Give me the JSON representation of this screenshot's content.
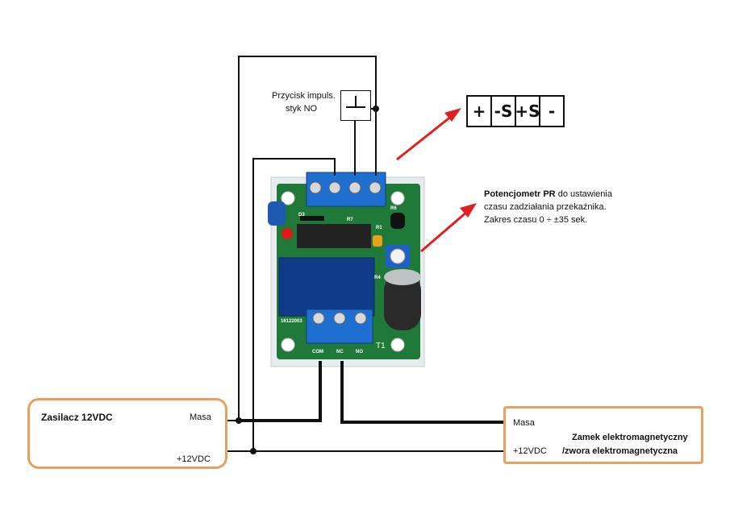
{
  "switch": {
    "label_line1": "Przycisk impuls.",
    "label_line2": "styk  NO"
  },
  "terminal_strip": {
    "cells": [
      "+",
      "-S",
      "+S",
      "-"
    ]
  },
  "potentiometer": {
    "line1_bold": "Potencjometr  PR",
    "line1_rest": " do ustawienia",
    "line2": "czasu zadziałania przekaźnika.",
    "line3": "Zakres czasu 0 ÷ ±35 sek."
  },
  "power_supply": {
    "title": "Zasilacz 12VDC",
    "masa": "Masa",
    "plus": "+12VDC"
  },
  "lock": {
    "masa": "Masa",
    "plus": "+12VDC",
    "title": "Zamek elektromagnetyczny",
    "subtitle": "/zwora elektromagnetyczna"
  },
  "pcb": {
    "relay_labels": [
      "COM",
      "NC",
      "NO"
    ],
    "t1": "T1",
    "code": "16122003",
    "components": [
      "D3",
      "R7",
      "R1",
      "R4",
      "R6"
    ]
  },
  "colors": {
    "box_border": "#e8a060",
    "arrow": "#e02020",
    "pcb_green": "#1f7a3a",
    "terminal_blue": "#1f6fd0"
  }
}
